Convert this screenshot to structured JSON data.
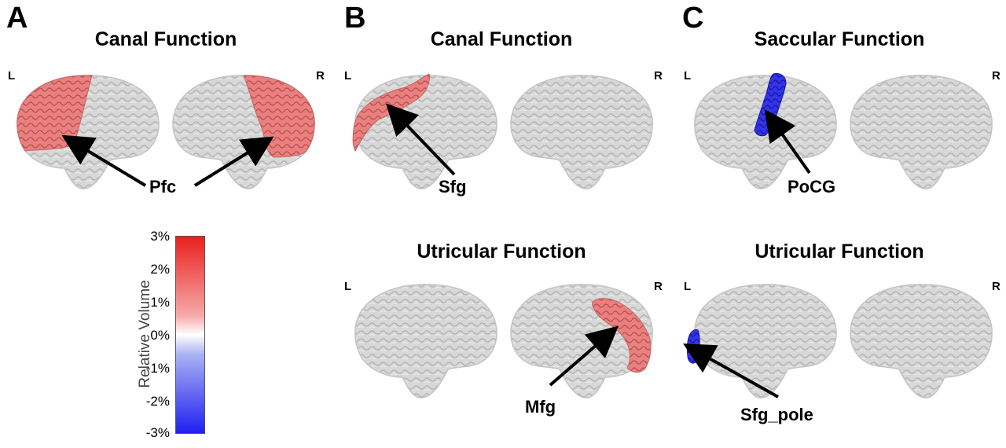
{
  "panels": {
    "a": {
      "letter": "A",
      "title": "Canal Function",
      "left": "L",
      "right": "R",
      "label": "Pfc"
    },
    "b": {
      "letter": "B",
      "title": "Canal Function",
      "left": "L",
      "right": "R",
      "label": "Sfg",
      "bottom_title": "Utricular Function",
      "bottom_left": "L",
      "bottom_right": "R",
      "bottom_label": "Mfg"
    },
    "c": {
      "letter": "C",
      "title": "Saccular Function",
      "left": "L",
      "right": "R",
      "label": "PoCG",
      "bottom_title": "Utricular Function",
      "bottom_left": "L",
      "bottom_right": "R",
      "bottom_label": "Sfg_pole"
    }
  },
  "colorbar": {
    "title": "Relative Volume",
    "ticks": [
      "3%",
      "2%",
      "1%",
      "0%",
      "-1%",
      "-2%",
      "-3%"
    ],
    "colors": {
      "positive": "#e8201e",
      "negative": "#1f1ff0"
    }
  },
  "colors": {
    "brain": "#d6d6d6",
    "increase": "#e87777",
    "decrease": "#3b3be0"
  }
}
